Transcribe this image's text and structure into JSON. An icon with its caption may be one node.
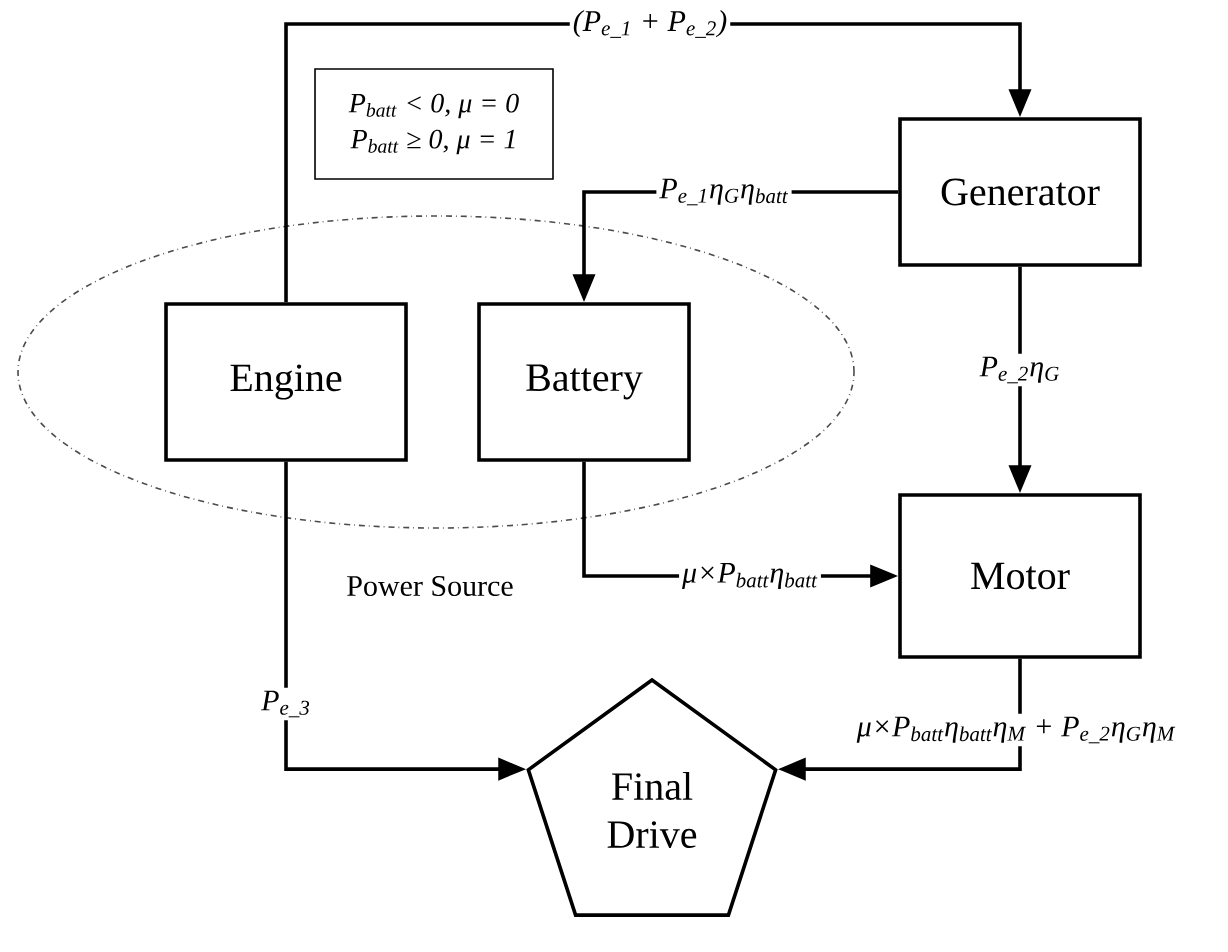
{
  "diagram": {
    "nodes": [
      {
        "text": [
          "Power Source"
        ]
      },
      {
        "text": [
          "Engine"
        ],
        "in": 0
      },
      {
        "text": [
          "Battery"
        ],
        "in": 0
      },
      {
        "text": [
          "Generator"
        ]
      },
      {
        "text": [
          "Motor"
        ]
      },
      {
        "text": [
          "Final Drive"
        ]
      },
      {
        "text": [
          "P$_{batt}$ < 0, μ = 0",
          "P$_{batt}$ ≥ 0, μ = 1"
        ]
      }
    ],
    "edges": [
      {
        "from": 1,
        "to": 3,
        "arrow": "to",
        "label": "(P$_{e_1}$ + P$_{e_2}$)"
      },
      {
        "from": 3,
        "to": 2,
        "arrow": "to",
        "label": "P$_{e_1}$η$_{G}$η$_{batt}$"
      },
      {
        "from": 3,
        "to": 4,
        "arrow": "to",
        "label": "P$_{e_2}$η$_{G}$"
      },
      {
        "from": 2,
        "to": 4,
        "arrow": "to",
        "label": "μ×P$_{batt}$η$_{batt}$"
      },
      {
        "from": 1,
        "to": 5,
        "arrow": "to",
        "label": "P$_{e_3}$"
      },
      {
        "from": 4,
        "to": 5,
        "arrow": "to",
        "label": "μ×P$_{batt}$η$_{batt}$η$_{M}$ + P$_{e_2}$η$_{G}$η$_{M}$"
      }
    ]
  }
}
